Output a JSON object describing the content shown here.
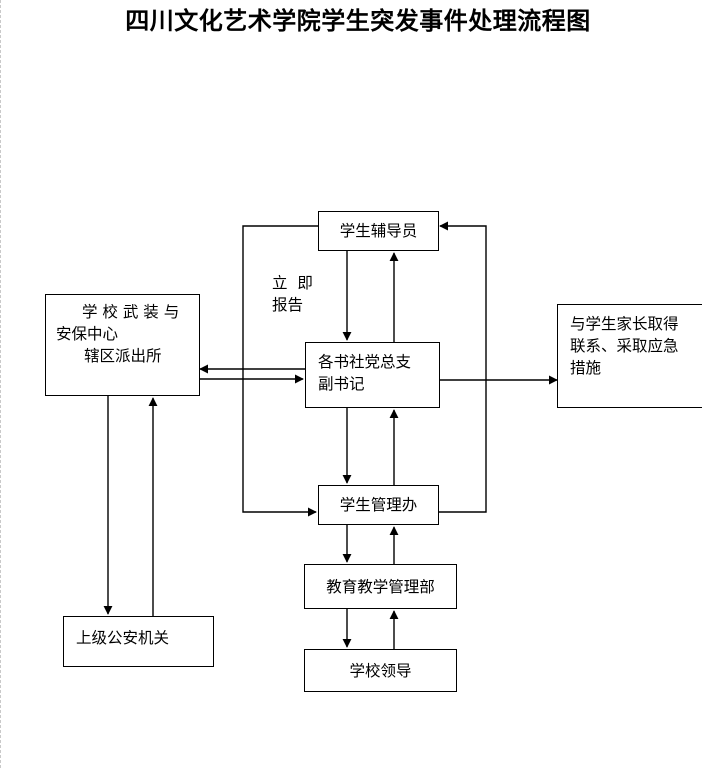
{
  "title": "四川文化艺术学院学生突发事件处理流程图",
  "nodes": {
    "counselor": "学生辅导员",
    "branch": [
      "各书社党总支",
      "副书记"
    ],
    "police": [
      "学 校 武 装 与",
      "安保中心",
      "辖区派出所"
    ],
    "parents": [
      "与学生家长取得",
      "联系、采取应急",
      "措施"
    ],
    "mgmt": "学生管理办",
    "teaching": "教育教学管理部",
    "leaders": "学校领导",
    "superior": "上级公安机关"
  },
  "annotation": [
    "立  即",
    "报告"
  ]
}
